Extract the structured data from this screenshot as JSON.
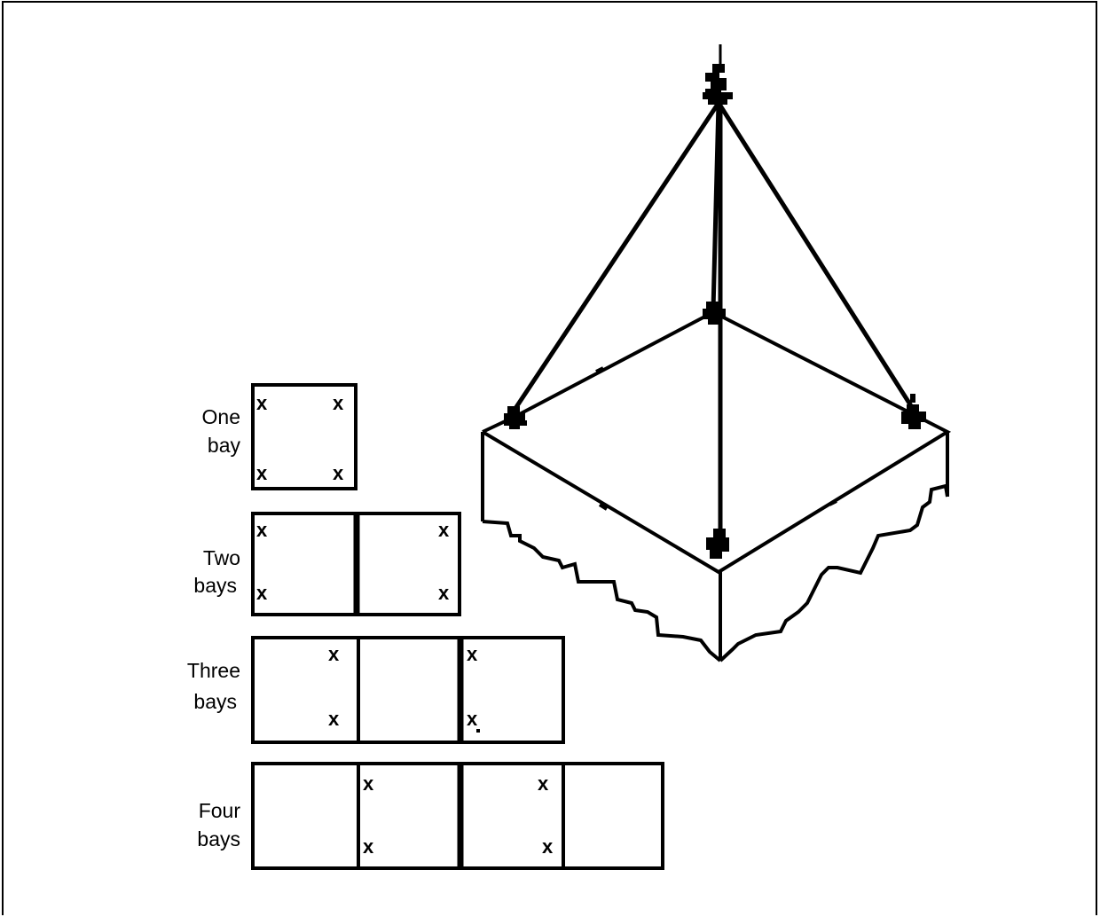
{
  "configurations": [
    {
      "label_line1": "One",
      "label_line2": "bay",
      "bays": 1,
      "mark": "x"
    },
    {
      "label_line1": "Two",
      "label_line2": "bays",
      "bays": 2,
      "mark": "x"
    },
    {
      "label_line1": "Three",
      "label_line2": "bays",
      "bays": 3,
      "mark": "x"
    },
    {
      "label_line1": "Four",
      "label_line2": "bays",
      "bays": 4,
      "mark": "x"
    }
  ],
  "lifting_points_per_configuration": 4,
  "illustration": "four-leg sling lifting a slab section"
}
